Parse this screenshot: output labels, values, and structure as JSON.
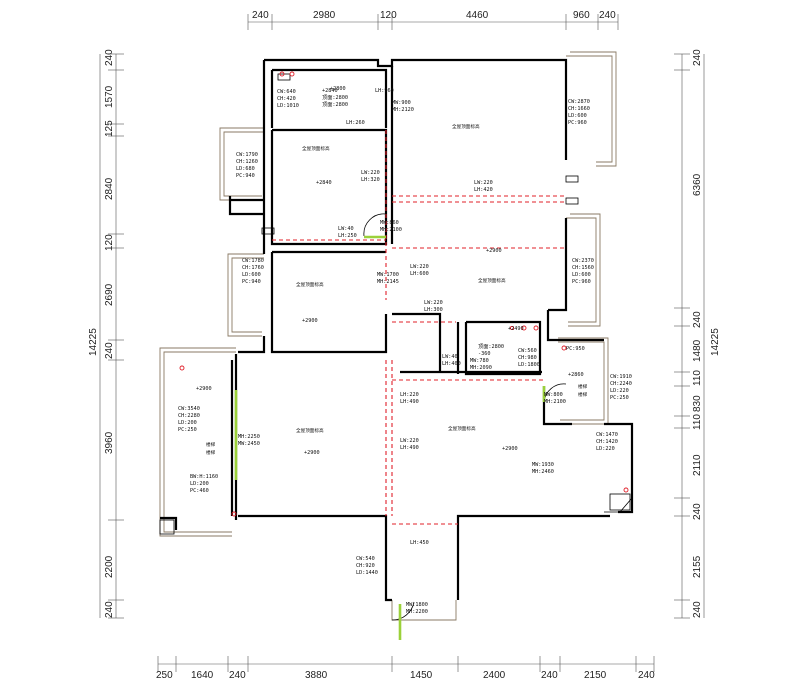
{
  "dims": {
    "top": [
      "240",
      "2980",
      "120",
      "4460",
      "960",
      "240"
    ],
    "bottom": [
      "250",
      "1640",
      "240",
      "3880",
      "1450",
      "2400",
      "240",
      "2150",
      "240"
    ],
    "left": [
      "240",
      "1570",
      "125",
      "2840",
      "120",
      "2690",
      "240",
      "3960",
      "2200",
      "240"
    ],
    "left_total": "14225",
    "right": [
      "240",
      "6360",
      "240",
      "1480",
      "110",
      "830",
      "110",
      "2110",
      "240",
      "2155",
      "240"
    ],
    "right_total": "14225"
  },
  "annotations": [
    {
      "id": "a1",
      "lines": [
        "CW:640",
        "CH:420",
        "LD:1010"
      ]
    },
    {
      "id": "a2",
      "lines": [
        "+2840",
        "顶面:2800",
        "顶面:2800"
      ]
    },
    {
      "id": "a3",
      "lines": [
        "LH:960"
      ]
    },
    {
      "id": "a4",
      "lines": [
        "LH:260"
      ]
    },
    {
      "id": "a5",
      "lines": [
        "MW:900",
        "MH:2120"
      ]
    },
    {
      "id": "a6",
      "lines": [
        "CW:2870",
        "CH:1660",
        "LD:600",
        "PC:960"
      ]
    },
    {
      "id": "a7",
      "lines": [
        "CW:1790",
        "CH:1260",
        "LD:680",
        "PC:940"
      ]
    },
    {
      "id": "a8",
      "lines": [
        "LW:220",
        "LH:320"
      ]
    },
    {
      "id": "a9",
      "lines": [
        "LW:220",
        "LH:420"
      ]
    },
    {
      "id": "a10",
      "lines": [
        "LW:40",
        "LH:250"
      ]
    },
    {
      "id": "a11",
      "lines": [
        "MW:860",
        "MH:2100"
      ]
    },
    {
      "id": "a12",
      "lines": [
        "CW:2370",
        "CH:1560",
        "LD:600",
        "PC:960"
      ]
    },
    {
      "id": "a13",
      "lines": [
        "CW:1780",
        "CH:1760",
        "LD:600",
        "PC:940"
      ]
    },
    {
      "id": "a14",
      "lines": [
        "MW:1700",
        "MH:2145"
      ]
    },
    {
      "id": "a15",
      "lines": [
        "LW:220",
        "LH:600"
      ]
    },
    {
      "id": "a16",
      "lines": [
        "LW:220",
        "LH:300"
      ]
    },
    {
      "id": "a17",
      "lines": [
        "顶面:2800",
        "-360"
      ]
    },
    {
      "id": "a18",
      "lines": [
        "LW:40",
        "LH:400"
      ]
    },
    {
      "id": "a19",
      "lines": [
        "MW:780",
        "MH:2090"
      ]
    },
    {
      "id": "a20",
      "lines": [
        "CW:560",
        "CH:980",
        "LD:1800"
      ]
    },
    {
      "id": "a21",
      "lines": [
        "PC:950"
      ]
    },
    {
      "id": "a22",
      "lines": [
        "CW:1910",
        "CH:2240",
        "LD:220",
        "PC:250"
      ]
    },
    {
      "id": "a23",
      "lines": [
        "MW:800",
        "MH:2100"
      ]
    },
    {
      "id": "a24",
      "lines": [
        "LH:220",
        "LH:490"
      ]
    },
    {
      "id": "a25",
      "lines": [
        "CW:1470",
        "CH:1420",
        "LD:220"
      ]
    },
    {
      "id": "a26",
      "lines": [
        "CW:3540",
        "CH:2280",
        "LD:200",
        "PC:250"
      ]
    },
    {
      "id": "a27",
      "lines": [
        "BW:H:1160",
        "LD:200",
        "PC:460"
      ]
    },
    {
      "id": "a28",
      "lines": [
        "MH:2250",
        "MW:2450"
      ]
    },
    {
      "id": "a29",
      "lines": [
        "LW:220",
        "LH:490"
      ]
    },
    {
      "id": "a30",
      "lines": [
        "MW:1930",
        "MH:2460"
      ]
    },
    {
      "id": "a31",
      "lines": [
        "LH:450"
      ]
    },
    {
      "id": "a32",
      "lines": [
        "CW:540",
        "CH:920",
        "LD:1440"
      ]
    },
    {
      "id": "a33",
      "lines": [
        "MW:1800",
        "MH:2200"
      ]
    }
  ],
  "levels": [
    "+2840",
    "+2900",
    "+2900",
    "+2900",
    "+2900",
    "+2490",
    "+2860",
    "+2900",
    "+2800",
    "+2900"
  ],
  "room_labels": [
    "全屋顶面标高",
    "全屋顶面标高",
    "全屋顶面标高",
    "全屋顶面标高",
    "全屋顶面标高",
    "全屋顶面标高",
    "全屋顶面标高",
    "全屋顶面标高"
  ],
  "side_labels": [
    "楼梯",
    "楼梯",
    "楼梯",
    "楼梯"
  ],
  "colors": {
    "wall": "#000000",
    "window": "#8a7a64",
    "dashed": "#e0202a",
    "door": "#9bd13a"
  }
}
